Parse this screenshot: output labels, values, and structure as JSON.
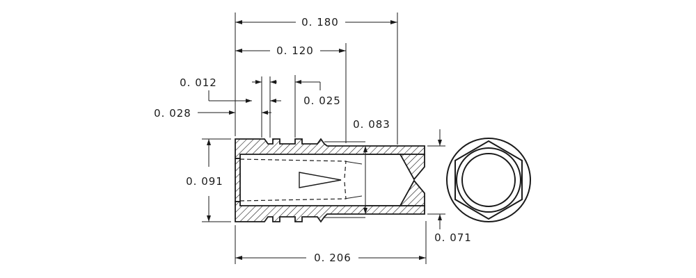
{
  "dimensions": {
    "overall_top": "0. 180",
    "inner_top": "0. 120",
    "groove_small": "0. 012",
    "groove_gap": "0. 025",
    "left_collar": "0. 028",
    "bore_diameter": "0. 083",
    "body_diameter": "0. 091",
    "end_diameter": "0. 071",
    "overall_length": "0. 206"
  },
  "colors": {
    "line": "#1a1a1a",
    "background": "#ffffff"
  }
}
